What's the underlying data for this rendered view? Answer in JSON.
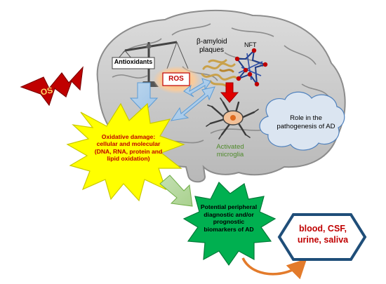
{
  "labels": {
    "os": "OS",
    "antioxidants": "Antioxidants",
    "ros": "ROS",
    "amyloid": "β-amyloid",
    "plaques": "plaques",
    "nft": "NFT",
    "oxidative_damage": [
      "Oxidative damage:",
      "cellular and molecular",
      "(DNA, RNA, protein and",
      "lipid oxidation)"
    ],
    "role": [
      "Role in the",
      "pathogenesis of AD"
    ],
    "microglia": [
      "Activated",
      "microglia"
    ],
    "biomarkers": [
      "Potential peripheral",
      "diagnostic and/or",
      "prognostic",
      "biomarkers of AD"
    ],
    "fluids": [
      "blood, CSF,",
      "urine, saliva"
    ]
  },
  "colors": {
    "brain": "#c9c9c9",
    "os_bolt": "#c00000",
    "star_yellow": "#ffff00",
    "star_green": "#00b050",
    "cloud": "#dbe5f1",
    "hexagon_border": "#1f4e79",
    "fluids_text": "#c00000",
    "microglia_text": "#4f8a2b",
    "curved_arrow": "#e37b2b"
  }
}
